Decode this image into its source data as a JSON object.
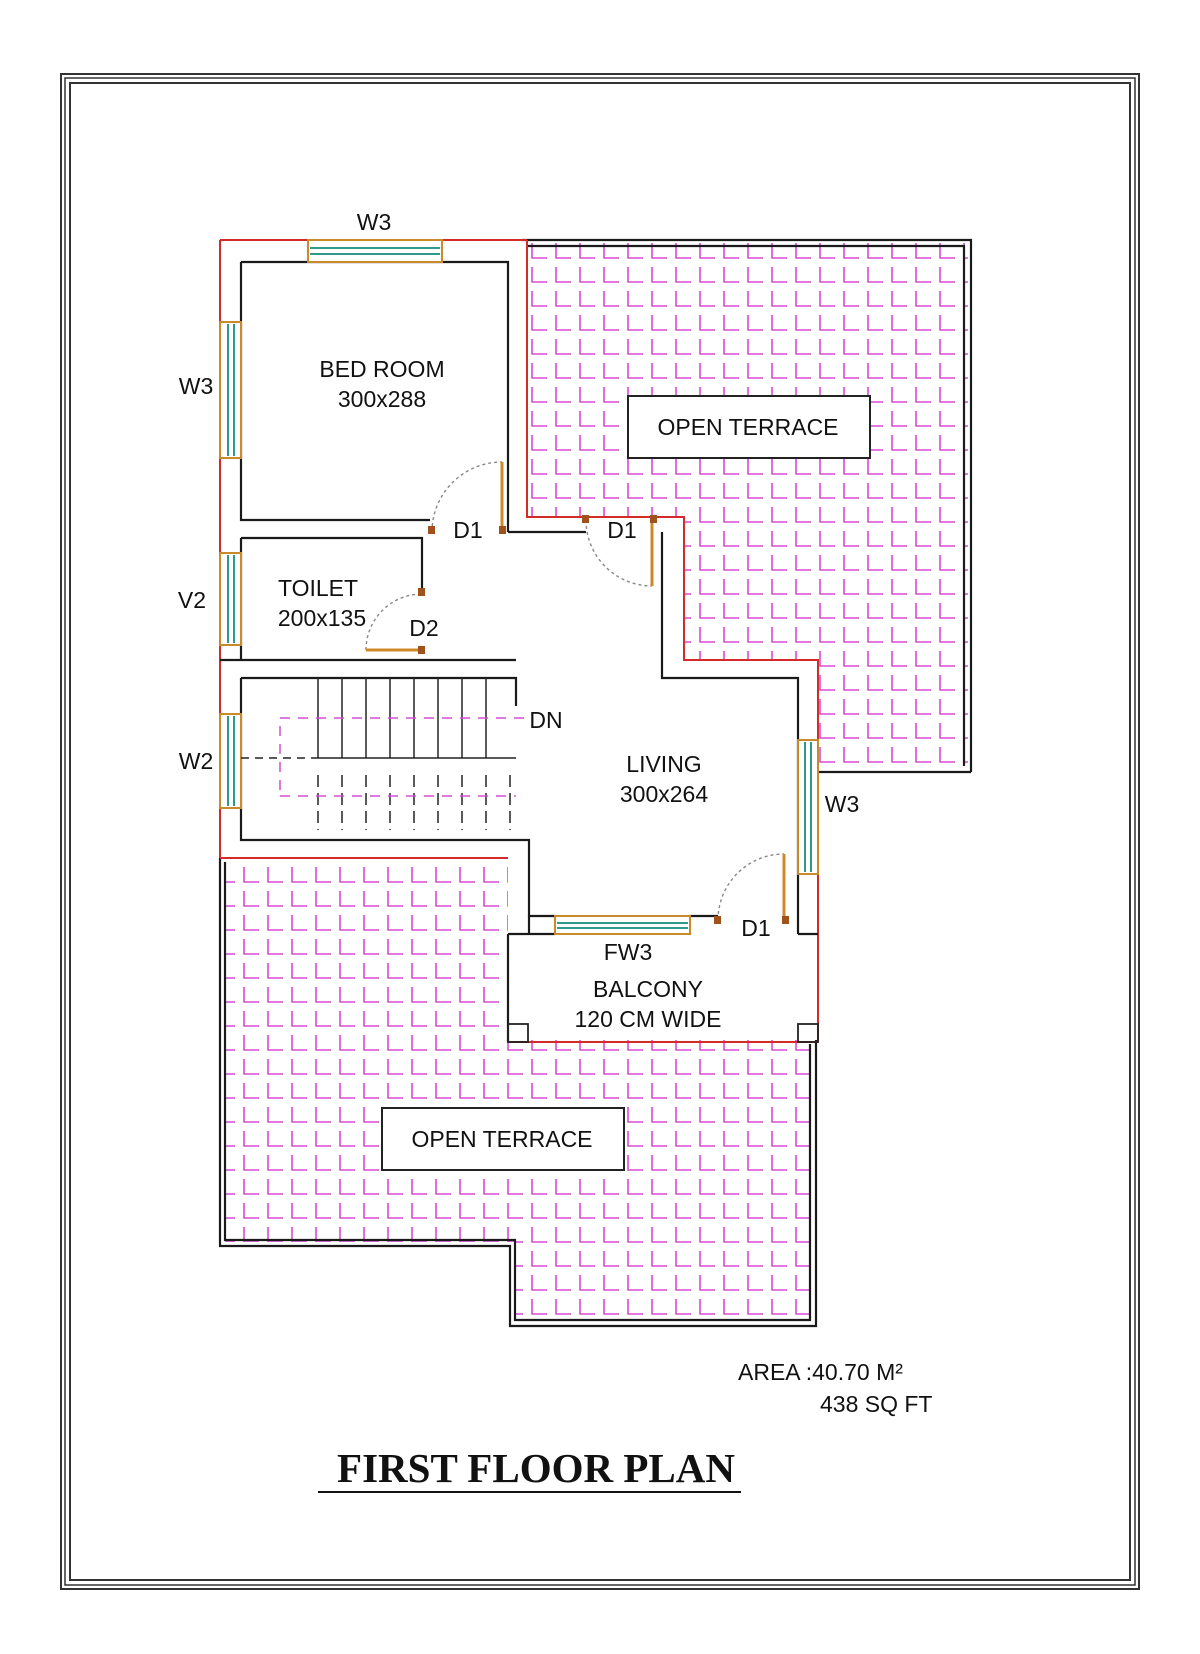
{
  "plan": {
    "title": "FIRST FLOOR PLAN",
    "area_line1": "AREA :40.70 M²",
    "area_line2": "438 SQ FT"
  },
  "rooms": {
    "bedroom": {
      "name": "BED ROOM",
      "size": "300x288"
    },
    "toilet": {
      "name": "TOILET",
      "size": "200x135"
    },
    "living": {
      "name": "LIVING",
      "size": "300x264"
    },
    "balcony": {
      "name": "BALCONY",
      "size": "120 CM WIDE"
    },
    "terrace_top": "OPEN TERRACE",
    "terrace_bottom": "OPEN TERRACE"
  },
  "openings": {
    "w3_top": "W3",
    "w3_left": "W3",
    "v2": "V2",
    "w2": "W2",
    "w3_right": "W3",
    "fw3": "FW3",
    "d1_bed": "D1",
    "d1_terrace": "D1",
    "d1_balcony": "D1",
    "d2": "D2",
    "dn": "DN"
  },
  "colors": {
    "tile": "#d54bd5",
    "outer_wall": "#d42a2a",
    "window_frame": "#c98a2a",
    "window_glass": "#2f9a8a"
  }
}
